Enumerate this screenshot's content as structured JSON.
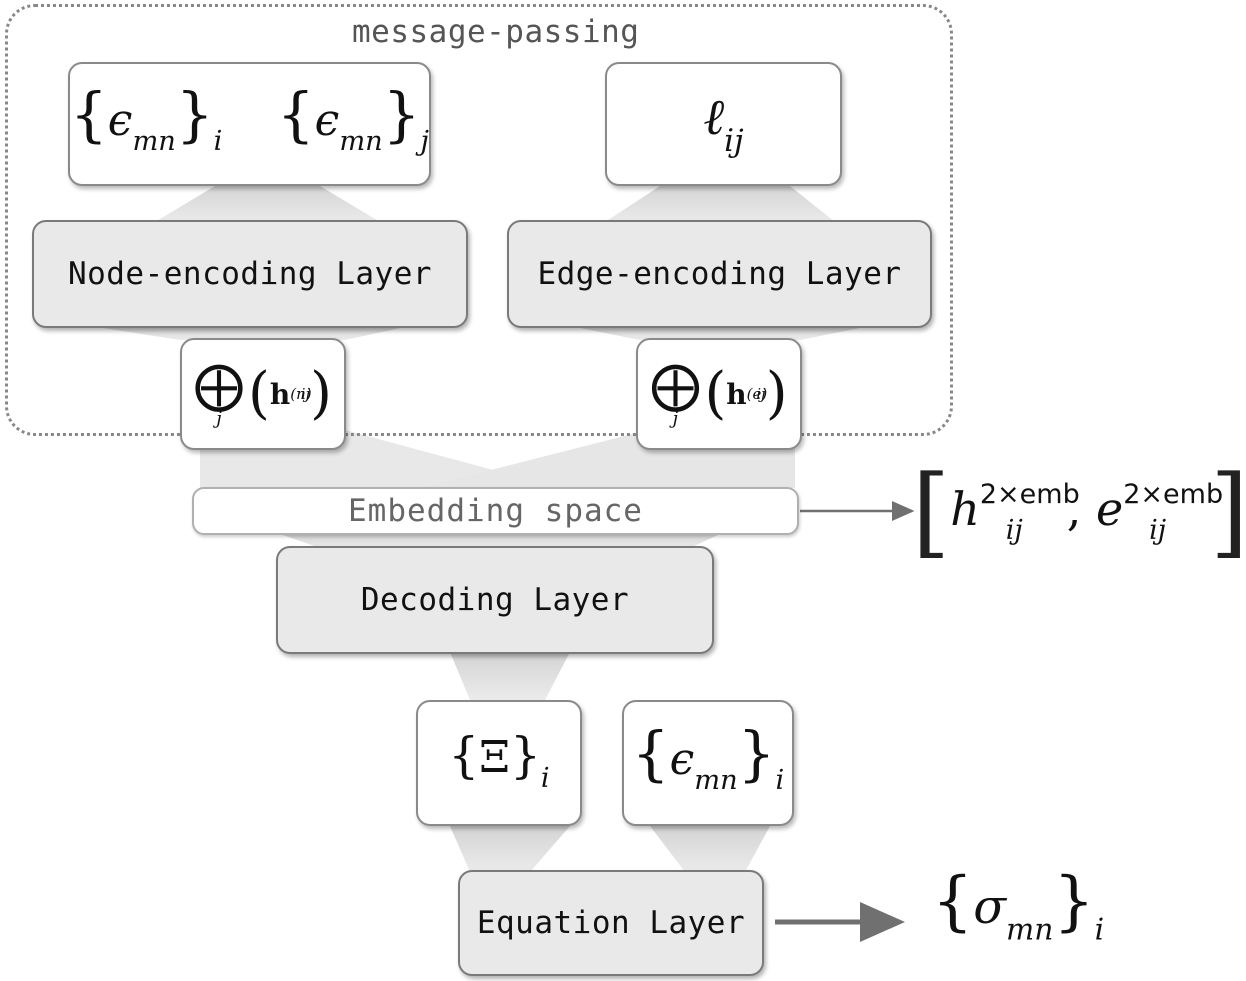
{
  "group": {
    "label": "message-passing"
  },
  "layers": {
    "node_encoding": "Node-encoding Layer",
    "edge_encoding": "Edge-encoding Layer",
    "embedding": "Embedding space",
    "decoding": "Decoding Layer",
    "equation": "Equation Layer"
  },
  "math": {
    "eps": "ϵ",
    "mn": "mn",
    "sub_i": "i",
    "sub_j": "j",
    "ell": "ℓ",
    "ij": "ij",
    "h_bold": "h",
    "n": "(n)",
    "e": "(e)",
    "oplus": "⨁",
    "xi": "Ξ",
    "sigma": "σ",
    "h_italic": "h",
    "e_italic": "e",
    "emb_sup": "2×emb"
  },
  "colors": {
    "layer_fill": "#e9e9e9",
    "funnel": "#dcdcdc",
    "arrow": "#707070"
  }
}
